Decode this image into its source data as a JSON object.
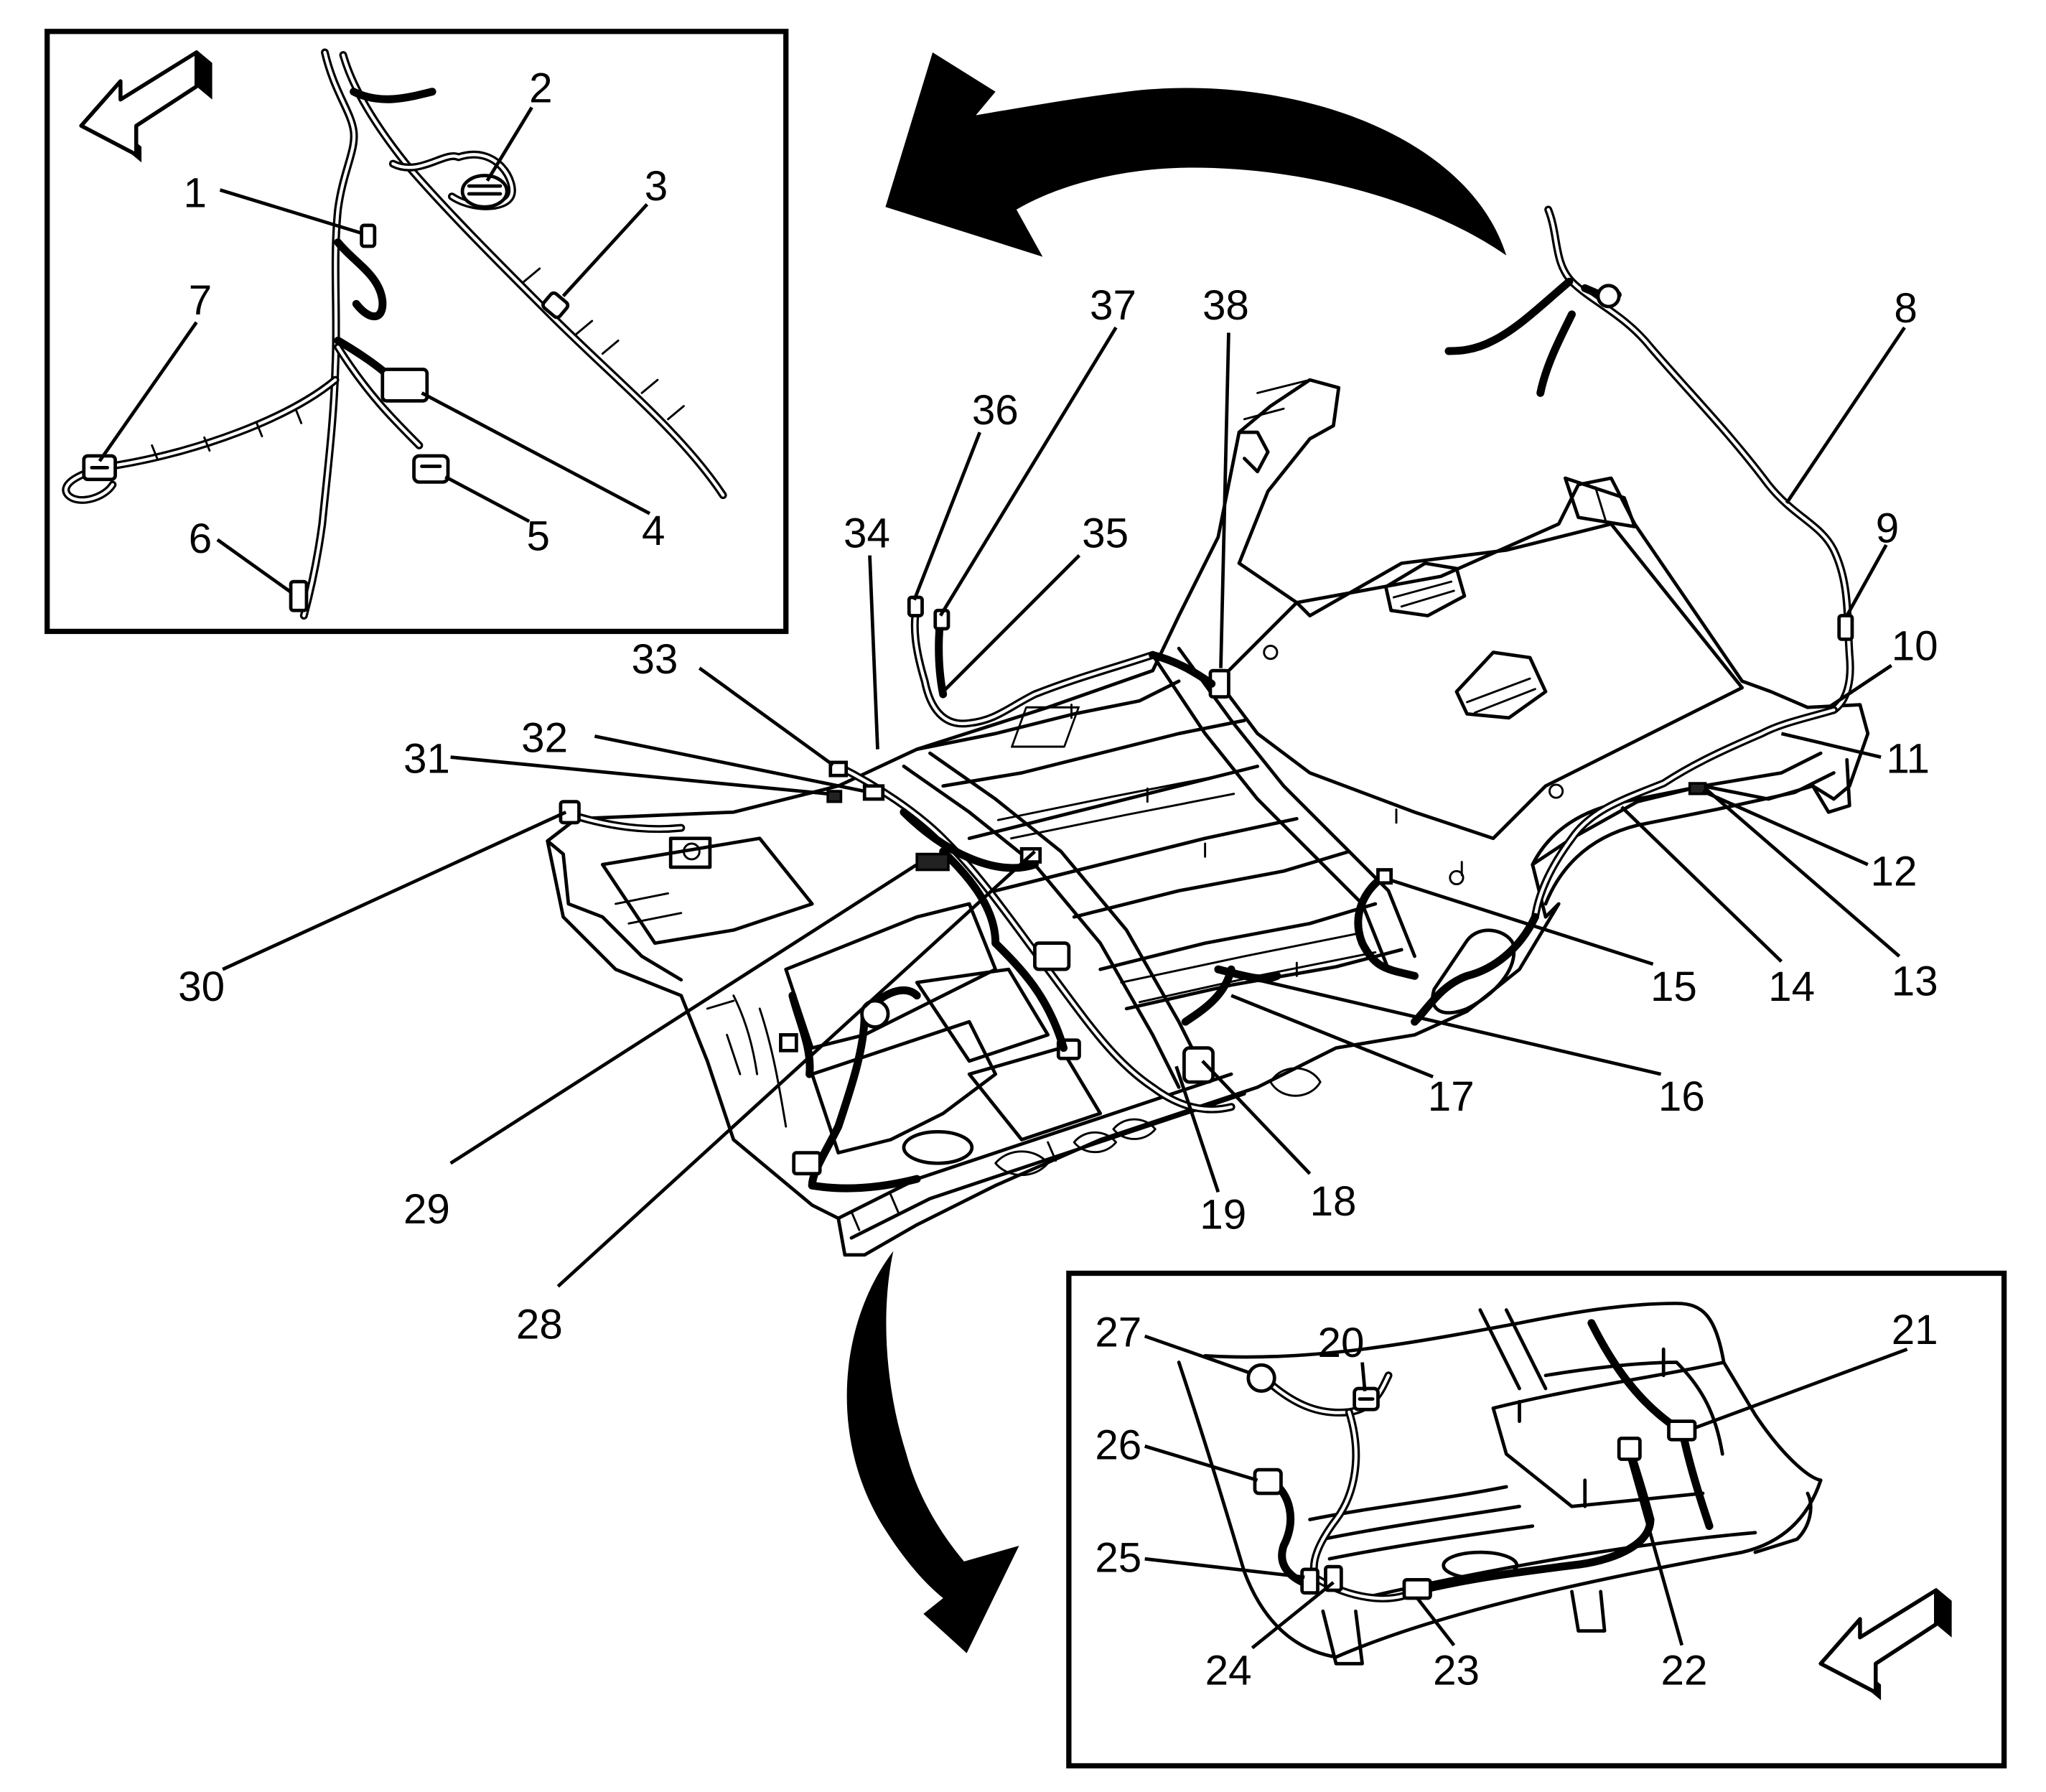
{
  "labels": {
    "1": "1",
    "2": "2",
    "3": "3",
    "4": "4",
    "5": "5",
    "6": "6",
    "7": "7",
    "8": "8",
    "9": "9",
    "10": "10",
    "11": "11",
    "12": "12",
    "13": "13",
    "14": "14",
    "15": "15",
    "16": "16",
    "17": "17",
    "18": "18",
    "19": "19",
    "20": "20",
    "21": "21",
    "22": "22",
    "23": "23",
    "24": "24",
    "25": "25",
    "26": "26",
    "27": "27",
    "28": "28",
    "29": "29",
    "30": "30",
    "31": "31",
    "32": "32",
    "33": "33",
    "34": "34",
    "35": "35",
    "36": "36",
    "37": "37",
    "38": "38"
  }
}
